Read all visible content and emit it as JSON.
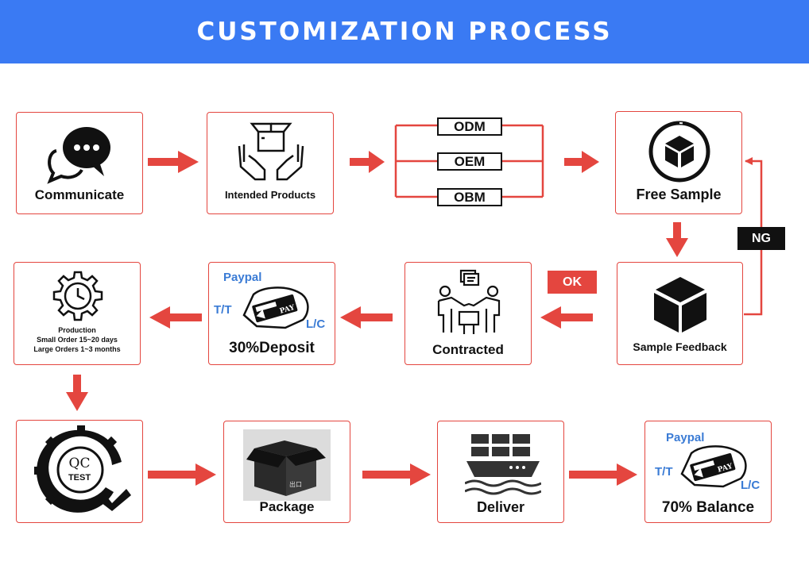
{
  "banner": {
    "title": "CUSTOMIZATION PROCESS"
  },
  "steps": {
    "communicate": "Communicate",
    "intended": "Intended Products",
    "free_sample": "Free Sample",
    "feedback": "Sample Feedback",
    "contracted": "Contracted",
    "deposit": "30%Deposit",
    "production": {
      "title": "Production",
      "line1": "Small Order 15~20 days",
      "line2": "Large Orders 1~3 months"
    },
    "qc": "QC",
    "qc_sub": "TEST",
    "package": "Package",
    "deliver": "Deliver",
    "balance": "70% Balance"
  },
  "options": {
    "odm": "ODM",
    "oem": "OEM",
    "obm": "OBM"
  },
  "decisions": {
    "ok": "OK",
    "ng": "NG"
  },
  "payment": {
    "paypal": "Paypal",
    "tt": "T/T",
    "lc": "L/C",
    "card_text": "PAY"
  },
  "package_stamp": "出口",
  "colors": {
    "banner": "#3a7af3",
    "accent": "#e4463f",
    "payment_text": "#3a7bd5",
    "badge_bg": "#e4463f"
  }
}
